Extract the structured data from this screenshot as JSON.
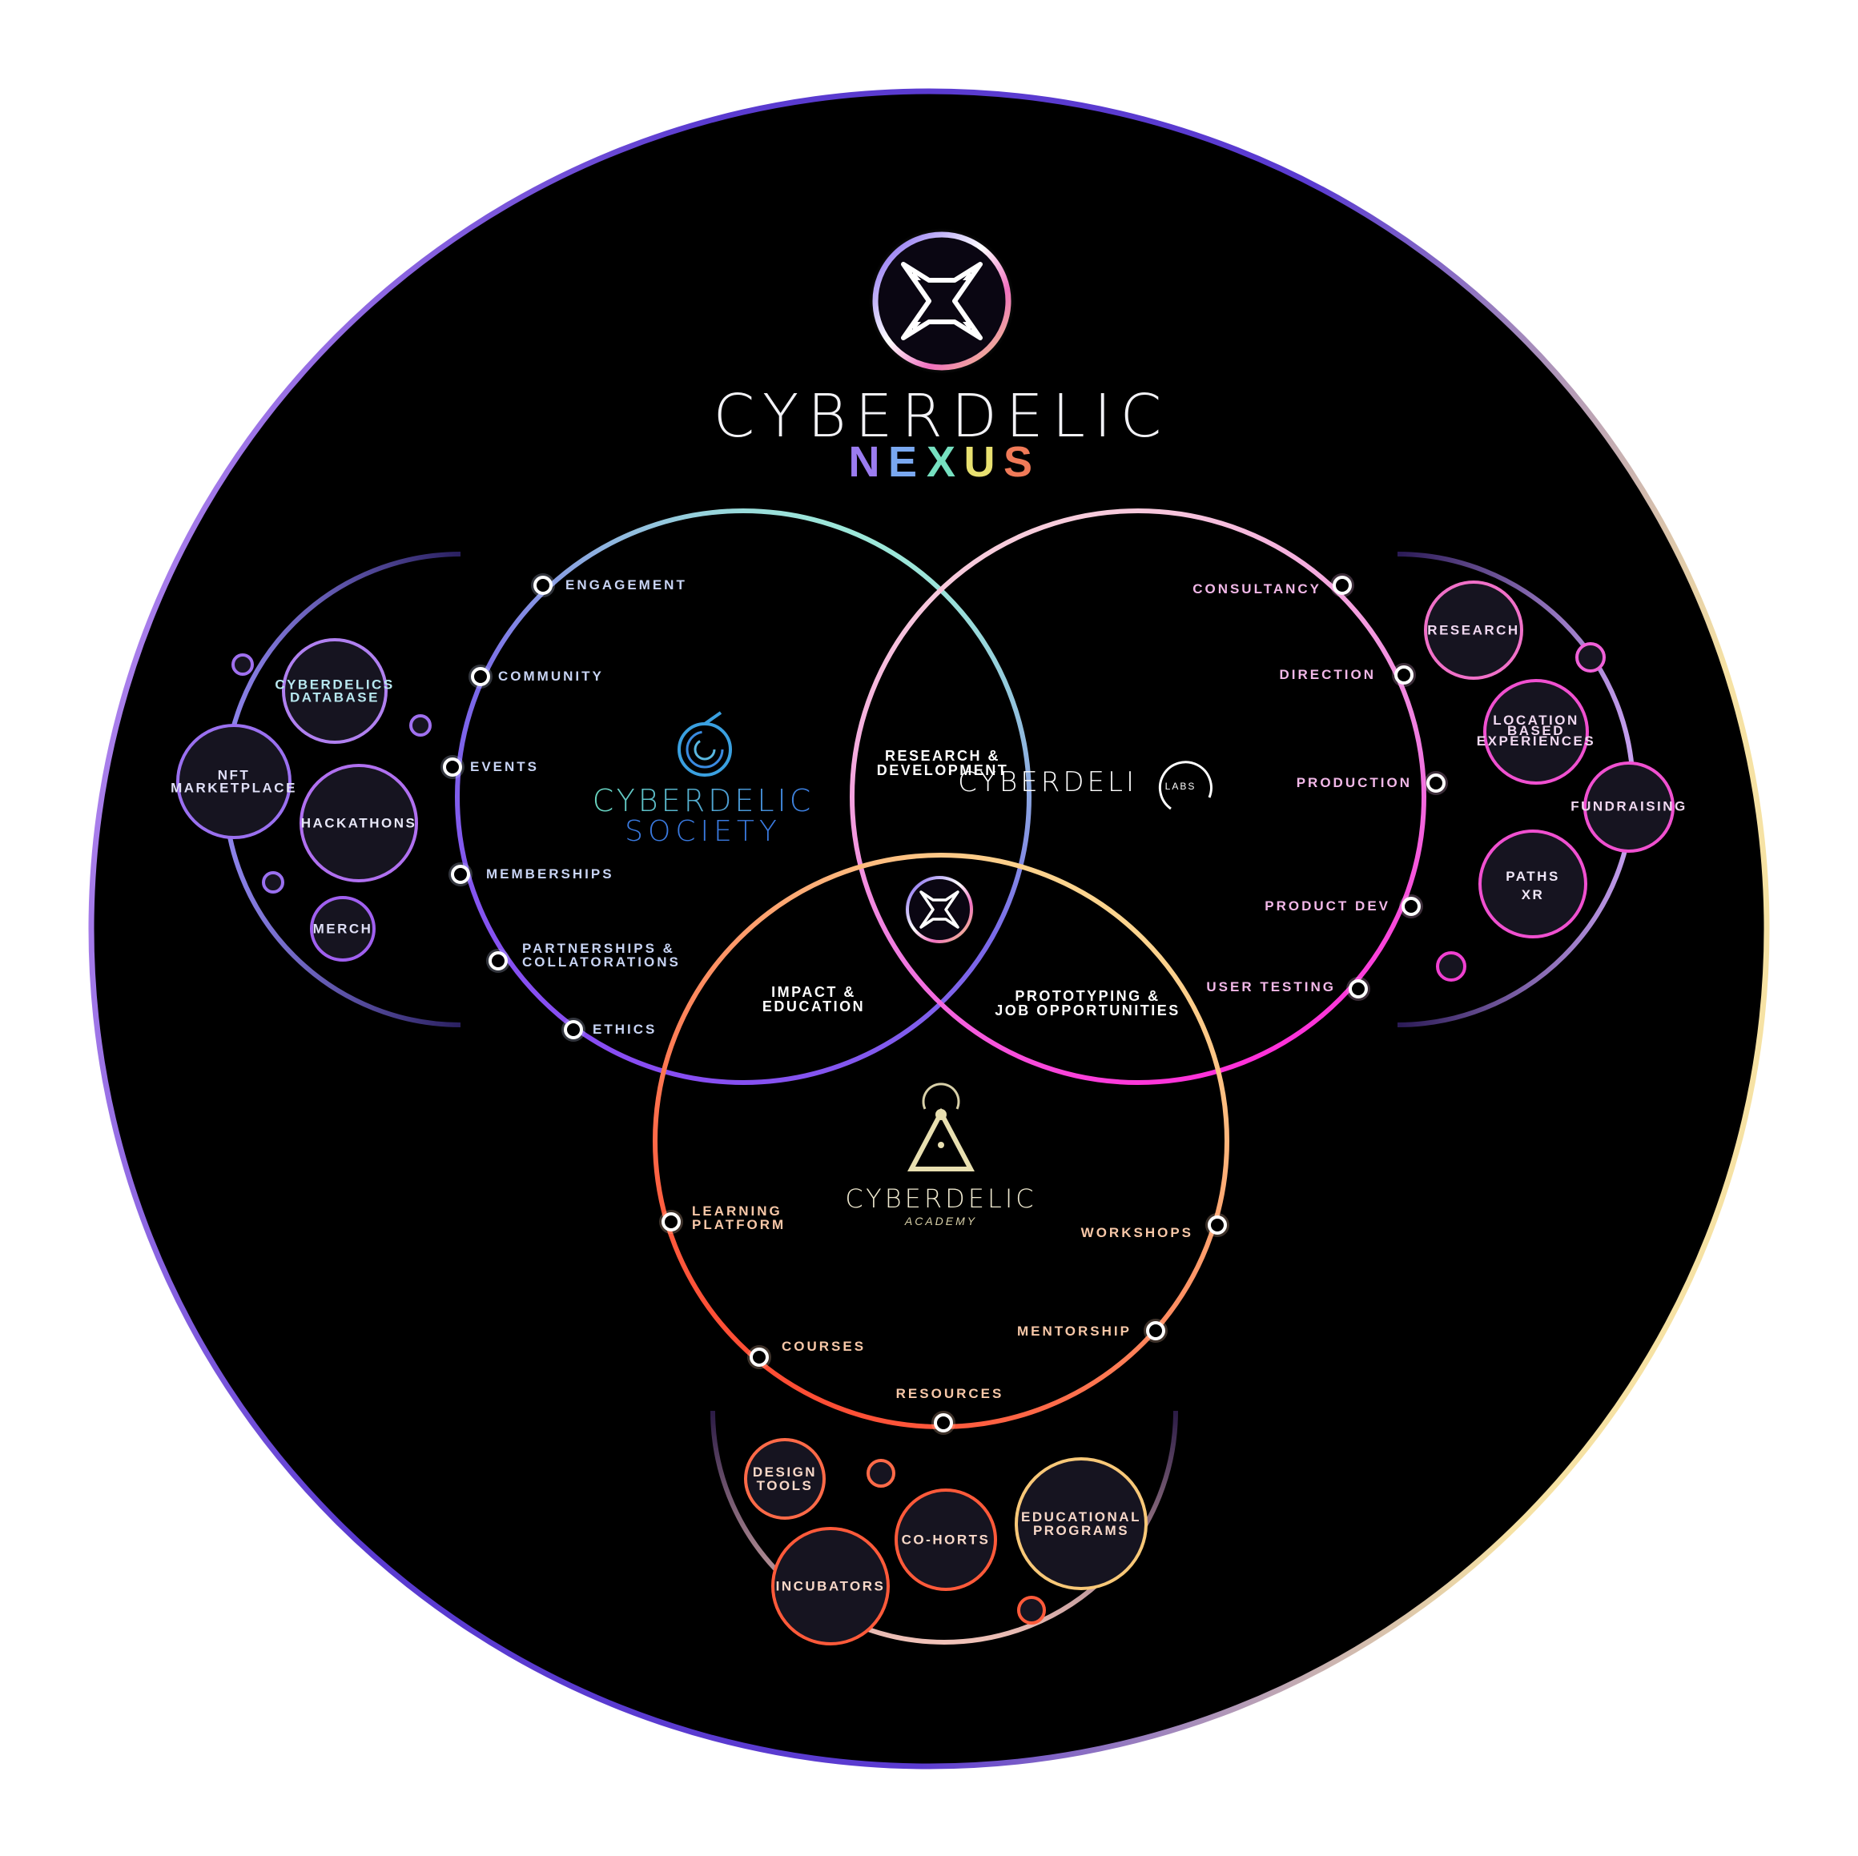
{
  "title": {
    "line1": "CYBERDELIC",
    "line2": "NEXUS"
  },
  "colors": {
    "background": "#000000",
    "outer_ring": [
      "#a06cf0",
      "#5b3ad8",
      "#f3dca2"
    ],
    "society": [
      "#8ee8e0",
      "#8a58f0"
    ],
    "labs": [
      "#f6c6d8",
      "#ff3ad8"
    ],
    "academy": [
      "#f9e49a",
      "#ff5a3a"
    ],
    "nexus_letters": [
      "#9b7cf0",
      "#7aa8f0",
      "#76e0c0",
      "#e8e070",
      "#f07a58"
    ]
  },
  "brands": {
    "society": {
      "line1": "CYBERDELIC",
      "line2": "SOCIETY",
      "icon": "spiral-icon"
    },
    "labs": {
      "line1": "CYBERDELI",
      "line2": "LABS",
      "icon": "labs-arc-icon"
    },
    "academy": {
      "line1": "CYBERDELIC",
      "line2": "ACADEMY",
      "icon": "compass-icon"
    }
  },
  "intersections": {
    "society_labs": [
      "RESEARCH &",
      "DEVELOPMENT"
    ],
    "society_academy": [
      "IMPACT &",
      "EDUCATION"
    ],
    "labs_academy": [
      "PROTOTYPING &",
      "JOB OPPORTUNITIES"
    ]
  },
  "society_nodes": [
    "ENGAGEMENT",
    "COMMUNITY",
    "EVENTS",
    "MEMBERSHIPS",
    [
      "PARTNERSHIPS &",
      "COLLATORATIONS"
    ],
    "ETHICS"
  ],
  "labs_nodes": [
    "CONSULTANCY",
    "DIRECTION",
    "PRODUCTION",
    "PRODUCT DEV",
    "USER TESTING"
  ],
  "academy_nodes": [
    [
      "LEARNING",
      "PLATFORM"
    ],
    "WORKSHOPS",
    "COURSES",
    "MENTORSHIP",
    "RESOURCES"
  ],
  "left_bubbles": [
    [
      "CYBERDELICS",
      "DATABASE"
    ],
    [
      "NFT",
      "MARKETPLACE"
    ],
    [
      "HACKATHONS"
    ],
    [
      "MERCH"
    ]
  ],
  "right_bubbles": [
    [
      "RESEARCH"
    ],
    [
      "LOCATION",
      "BASED",
      "EXPERIENCES"
    ],
    [
      "FUNDRAISING"
    ],
    [
      "PATHS",
      "XR"
    ]
  ],
  "bottom_bubbles": [
    [
      "DESIGN",
      "TOOLS"
    ],
    [
      "CO-HORTS"
    ],
    [
      "EDUCATIONAL",
      "PROGRAMS"
    ],
    [
      "INCUBATORS"
    ]
  ]
}
